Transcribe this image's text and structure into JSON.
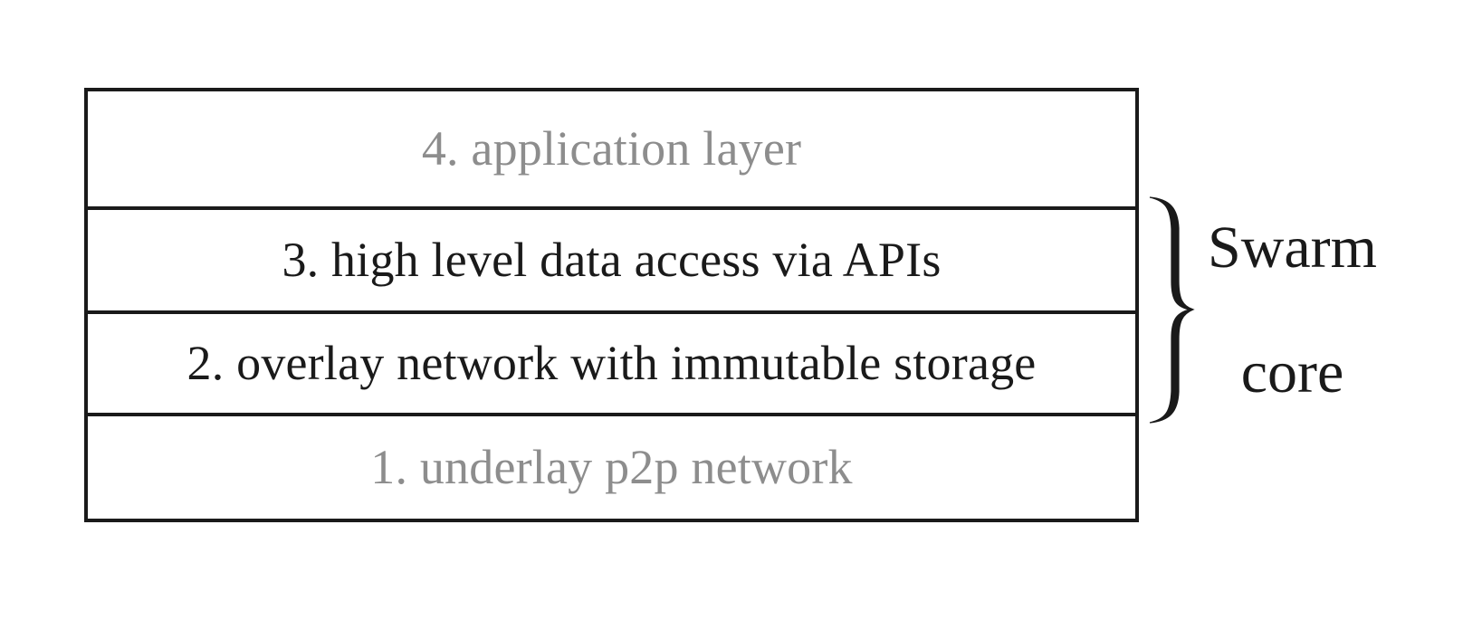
{
  "diagram": {
    "type": "layered-stack",
    "title": "Swarm layer stack",
    "background_color": "#ffffff",
    "border_color": "#1a1a1a",
    "dim_text_color": "#8d8d8d",
    "active_text_color": "#1a1a1a",
    "layers": [
      {
        "number": "4",
        "label": "4. application layer",
        "emphasis": "dim",
        "in_core": false
      },
      {
        "number": "3",
        "label": "3. high level data access via APIs",
        "emphasis": "active",
        "in_core": true
      },
      {
        "number": "2",
        "label": "2. overlay network with immutable storage",
        "emphasis": "active",
        "in_core": true
      },
      {
        "number": "1",
        "label": "1. underlay p2p network",
        "emphasis": "dim",
        "in_core": false
      }
    ],
    "annotation": {
      "brace": "right-curly-brace",
      "label_line_1": "Swarm",
      "label_line_2": "core",
      "label": "Swarm\ncore",
      "spans_layers": [
        "3",
        "2"
      ]
    }
  }
}
